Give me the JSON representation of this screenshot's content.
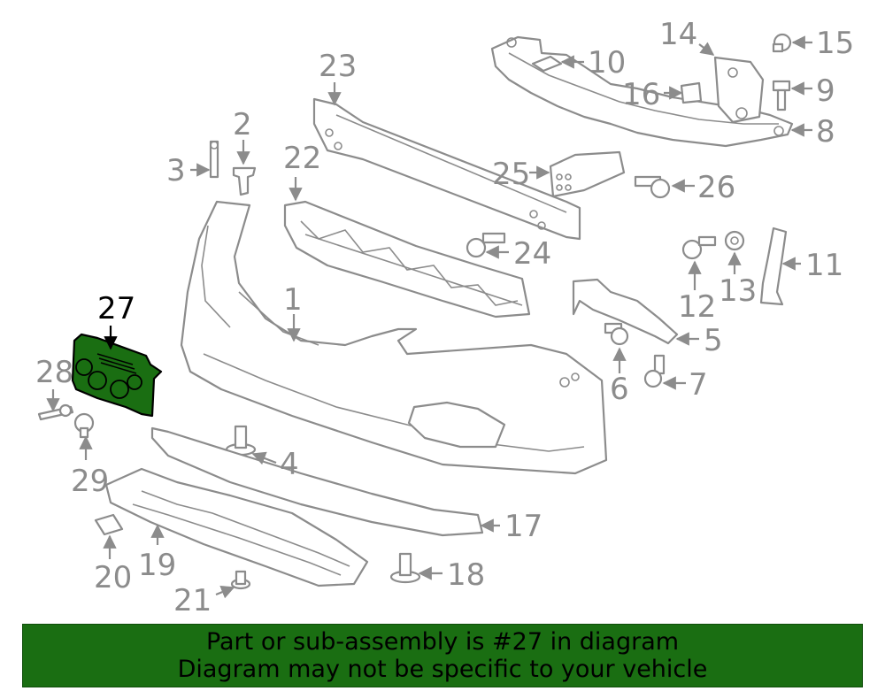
{
  "highlight": {
    "label": "27",
    "color": "#1a6e12"
  },
  "callouts": [
    {
      "id": "1",
      "text": "1"
    },
    {
      "id": "2",
      "text": "2"
    },
    {
      "id": "3",
      "text": "3"
    },
    {
      "id": "4",
      "text": "4"
    },
    {
      "id": "5",
      "text": "5"
    },
    {
      "id": "6",
      "text": "6"
    },
    {
      "id": "7",
      "text": "7"
    },
    {
      "id": "8",
      "text": "8"
    },
    {
      "id": "9",
      "text": "9"
    },
    {
      "id": "10",
      "text": "10"
    },
    {
      "id": "11",
      "text": "11"
    },
    {
      "id": "12",
      "text": "12"
    },
    {
      "id": "13",
      "text": "13"
    },
    {
      "id": "14",
      "text": "14"
    },
    {
      "id": "15",
      "text": "15"
    },
    {
      "id": "16",
      "text": "16"
    },
    {
      "id": "17",
      "text": "17"
    },
    {
      "id": "18",
      "text": "18"
    },
    {
      "id": "19",
      "text": "19"
    },
    {
      "id": "20",
      "text": "20"
    },
    {
      "id": "21",
      "text": "21"
    },
    {
      "id": "22",
      "text": "22"
    },
    {
      "id": "23",
      "text": "23"
    },
    {
      "id": "24",
      "text": "24"
    },
    {
      "id": "25",
      "text": "25"
    },
    {
      "id": "26",
      "text": "26"
    },
    {
      "id": "27",
      "text": "27"
    },
    {
      "id": "28",
      "text": "28"
    },
    {
      "id": "29",
      "text": "29"
    }
  ],
  "banner": {
    "line1": "Part or sub-assembly is #27 in diagram",
    "line2": "Diagram may not be specific to your vehicle",
    "color": "#1a6e12"
  }
}
